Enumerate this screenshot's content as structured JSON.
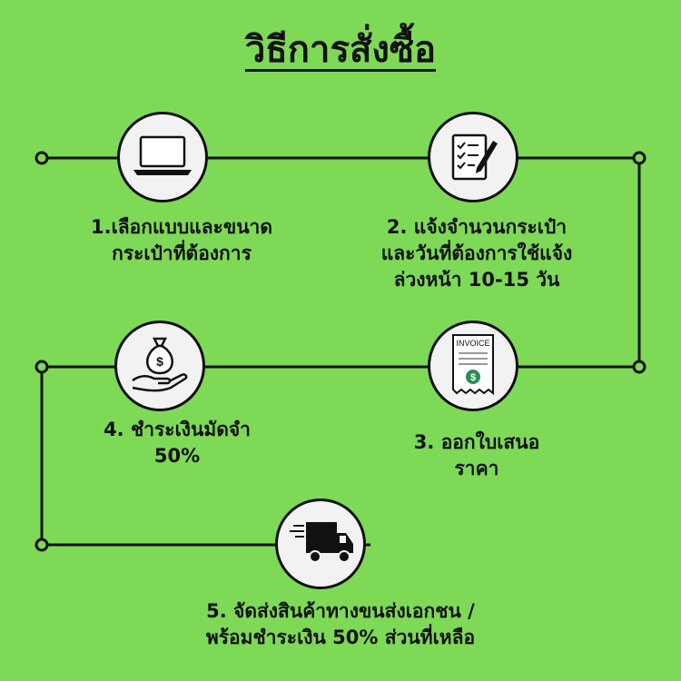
{
  "title": "วิธีการสั่งซื้อ",
  "steps": [
    {
      "line1": "1.เลือกแบบและขนาด",
      "line2": "กระเป๋าที่ต้องการ",
      "icon": "laptop-icon"
    },
    {
      "line1": "2. แจ้งจำนวนกระเป๋า",
      "line2": "และวันที่ต้องการใช้แจ้ง",
      "line3": "ล่วงหน้า 10-15 วัน",
      "icon": "checklist-pen-icon"
    },
    {
      "line1": "3. ออกใบเสนอ",
      "line2": "ราคา",
      "icon": "invoice-icon",
      "icon_text": "INVOICE"
    },
    {
      "line1": "4. ชำระเงินมัดจำ",
      "line2": "50%",
      "icon": "money-bag-hand-icon"
    },
    {
      "line1": "5. จัดส่งสินค้าทางขนส่งเอกชน /",
      "line2": "พร้อมชำระเงิน 50% ส่วนที่เหลือ",
      "icon": "delivery-truck-icon"
    }
  ],
  "colors": {
    "background": "#7ed957",
    "line": "#111111",
    "circle": "#f2f2f2"
  }
}
